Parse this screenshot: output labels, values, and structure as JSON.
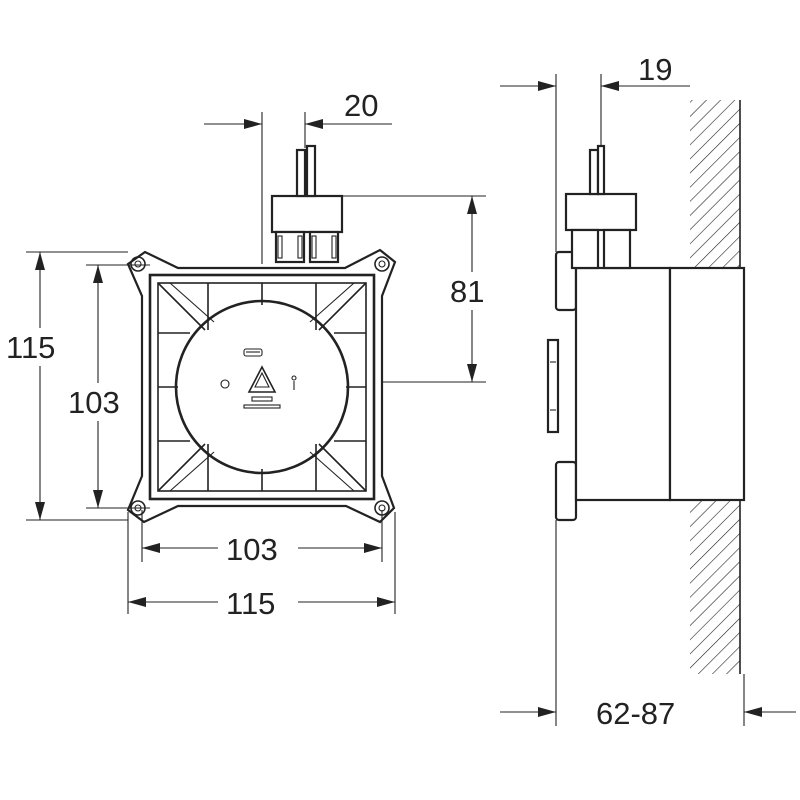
{
  "front_view": {
    "dimensions": {
      "outer_height": "115",
      "inner_height": "103",
      "inner_width": "103",
      "outer_width": "115",
      "inlet_offset": "20",
      "port_height": "81"
    },
    "icons": [
      "grohe-logo-icon",
      "recycle-icon",
      "circle-mark-icon",
      "person-icon"
    ]
  },
  "side_view": {
    "dimensions": {
      "port_offset": "19",
      "wall_depth_range": "62-87"
    },
    "hatching": "wall-section"
  },
  "colors": {
    "line": "#222222",
    "background": "#ffffff"
  }
}
